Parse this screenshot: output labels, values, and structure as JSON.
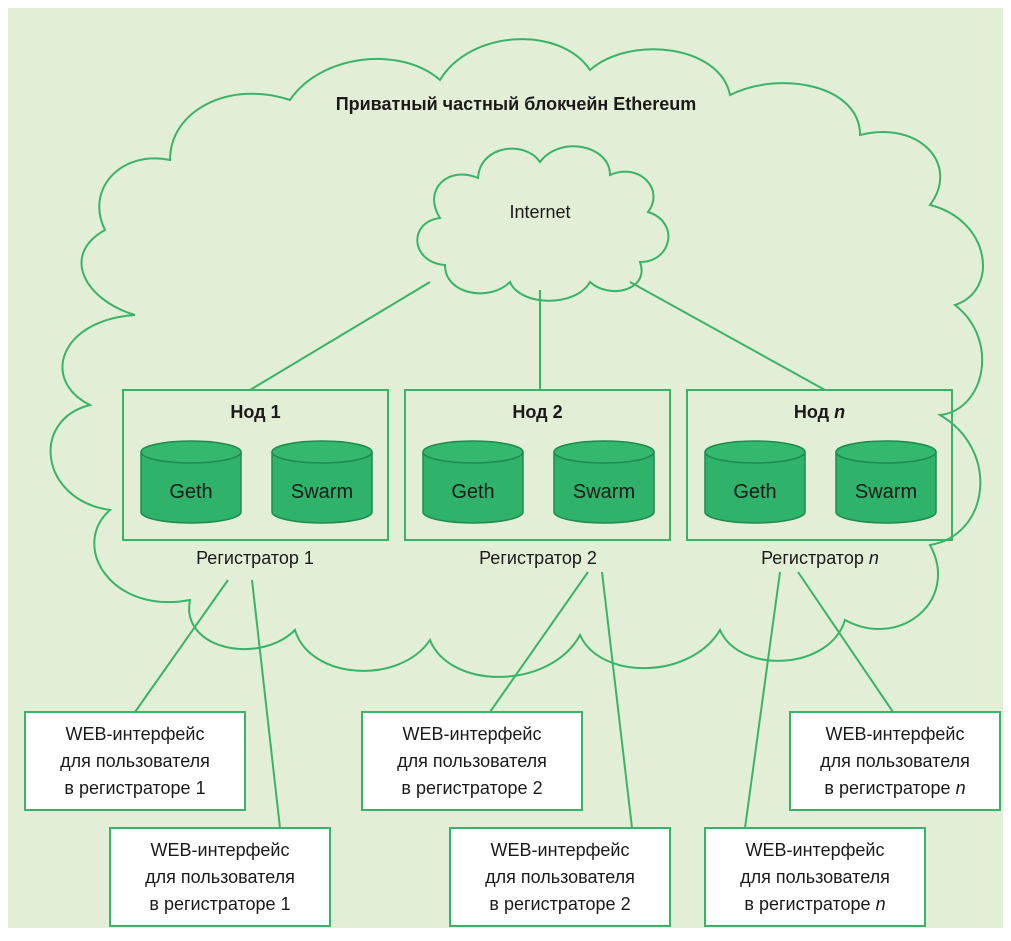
{
  "title": "Приватный частный блокчейн Ethereum",
  "internet_label": "Internet",
  "colors": {
    "background": "#e3eed7",
    "line": "#39b36a",
    "cylinder_fill": "#2fb36a",
    "cylinder_top": "#34b86e",
    "text": "#1a1a1a",
    "white": "#ffffff"
  },
  "nodes": [
    {
      "title": "Нод",
      "number": "1",
      "number_italic": false,
      "db1": "Geth",
      "db2": "Swarm",
      "registrar_text": "Регистратор",
      "registrar_number": "1"
    },
    {
      "title": "Нод",
      "number": "2",
      "number_italic": false,
      "db1": "Geth",
      "db2": "Swarm",
      "registrar_text": "Регистратор",
      "registrar_number": "2"
    },
    {
      "title": "Нод",
      "number": "n",
      "number_italic": true,
      "db1": "Geth",
      "db2": "Swarm",
      "registrar_text": "Регистратор",
      "registrar_number": "n"
    }
  ],
  "web_boxes": [
    {
      "line1": "WEB-интерфейс",
      "line2": "для пользователя",
      "line3": "в регистраторе",
      "number": "1",
      "italic": false
    },
    {
      "line1": "WEB-интерфейс",
      "line2": "для пользователя",
      "line3": "в регистраторе",
      "number": "1",
      "italic": false
    },
    {
      "line1": "WEB-интерфейс",
      "line2": "для пользователя",
      "line3": "в регистраторе",
      "number": "2",
      "italic": false
    },
    {
      "line1": "WEB-интерфейс",
      "line2": "для пользователя",
      "line3": "в регистраторе",
      "number": "2",
      "italic": false
    },
    {
      "line1": "WEB-интерфейс",
      "line2": "для пользователя",
      "line3": "в регистраторе",
      "number": "n",
      "italic": true
    },
    {
      "line1": "WEB-интерфейс",
      "line2": "для пользователя",
      "line3": "в регистраторе",
      "number": "n",
      "italic": true
    }
  ]
}
